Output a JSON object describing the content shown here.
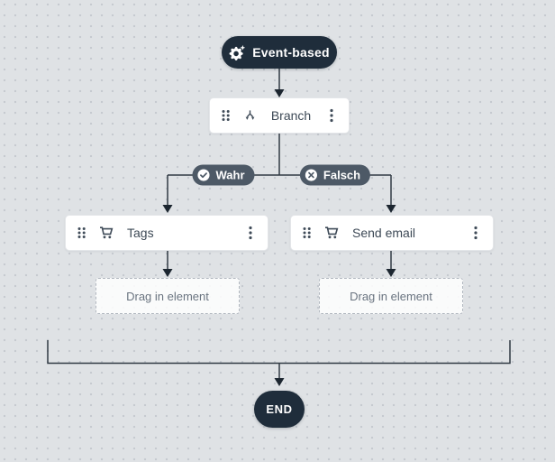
{
  "flow": {
    "start": {
      "label": "Event-based",
      "icon": "gear-sparkle-icon"
    },
    "branch": {
      "label": "Branch",
      "icon": "branch-icon"
    },
    "branch_true": {
      "label": "Wahr",
      "icon": "check-circle-icon"
    },
    "branch_false": {
      "label": "Falsch",
      "icon": "x-circle-icon"
    },
    "tags": {
      "label": "Tags",
      "icon": "cart-icon"
    },
    "send_email": {
      "label": "Send email",
      "icon": "cart-icon"
    },
    "dropzone_left": {
      "label": "Drag in element"
    },
    "dropzone_right": {
      "label": "Drag in element"
    },
    "end": {
      "label": "END"
    }
  },
  "colors": {
    "canvas_bg": "#dfe2e5",
    "canvas_dot": "#c6cad0",
    "dark_node": "#1f2d3b",
    "edge_pill": "#4d5966",
    "node_bg": "#ffffff",
    "node_border": "#e4e6e9",
    "node_text": "#3d4956",
    "dropzone_text": "#6a7480",
    "connector_line": "#313b44"
  }
}
